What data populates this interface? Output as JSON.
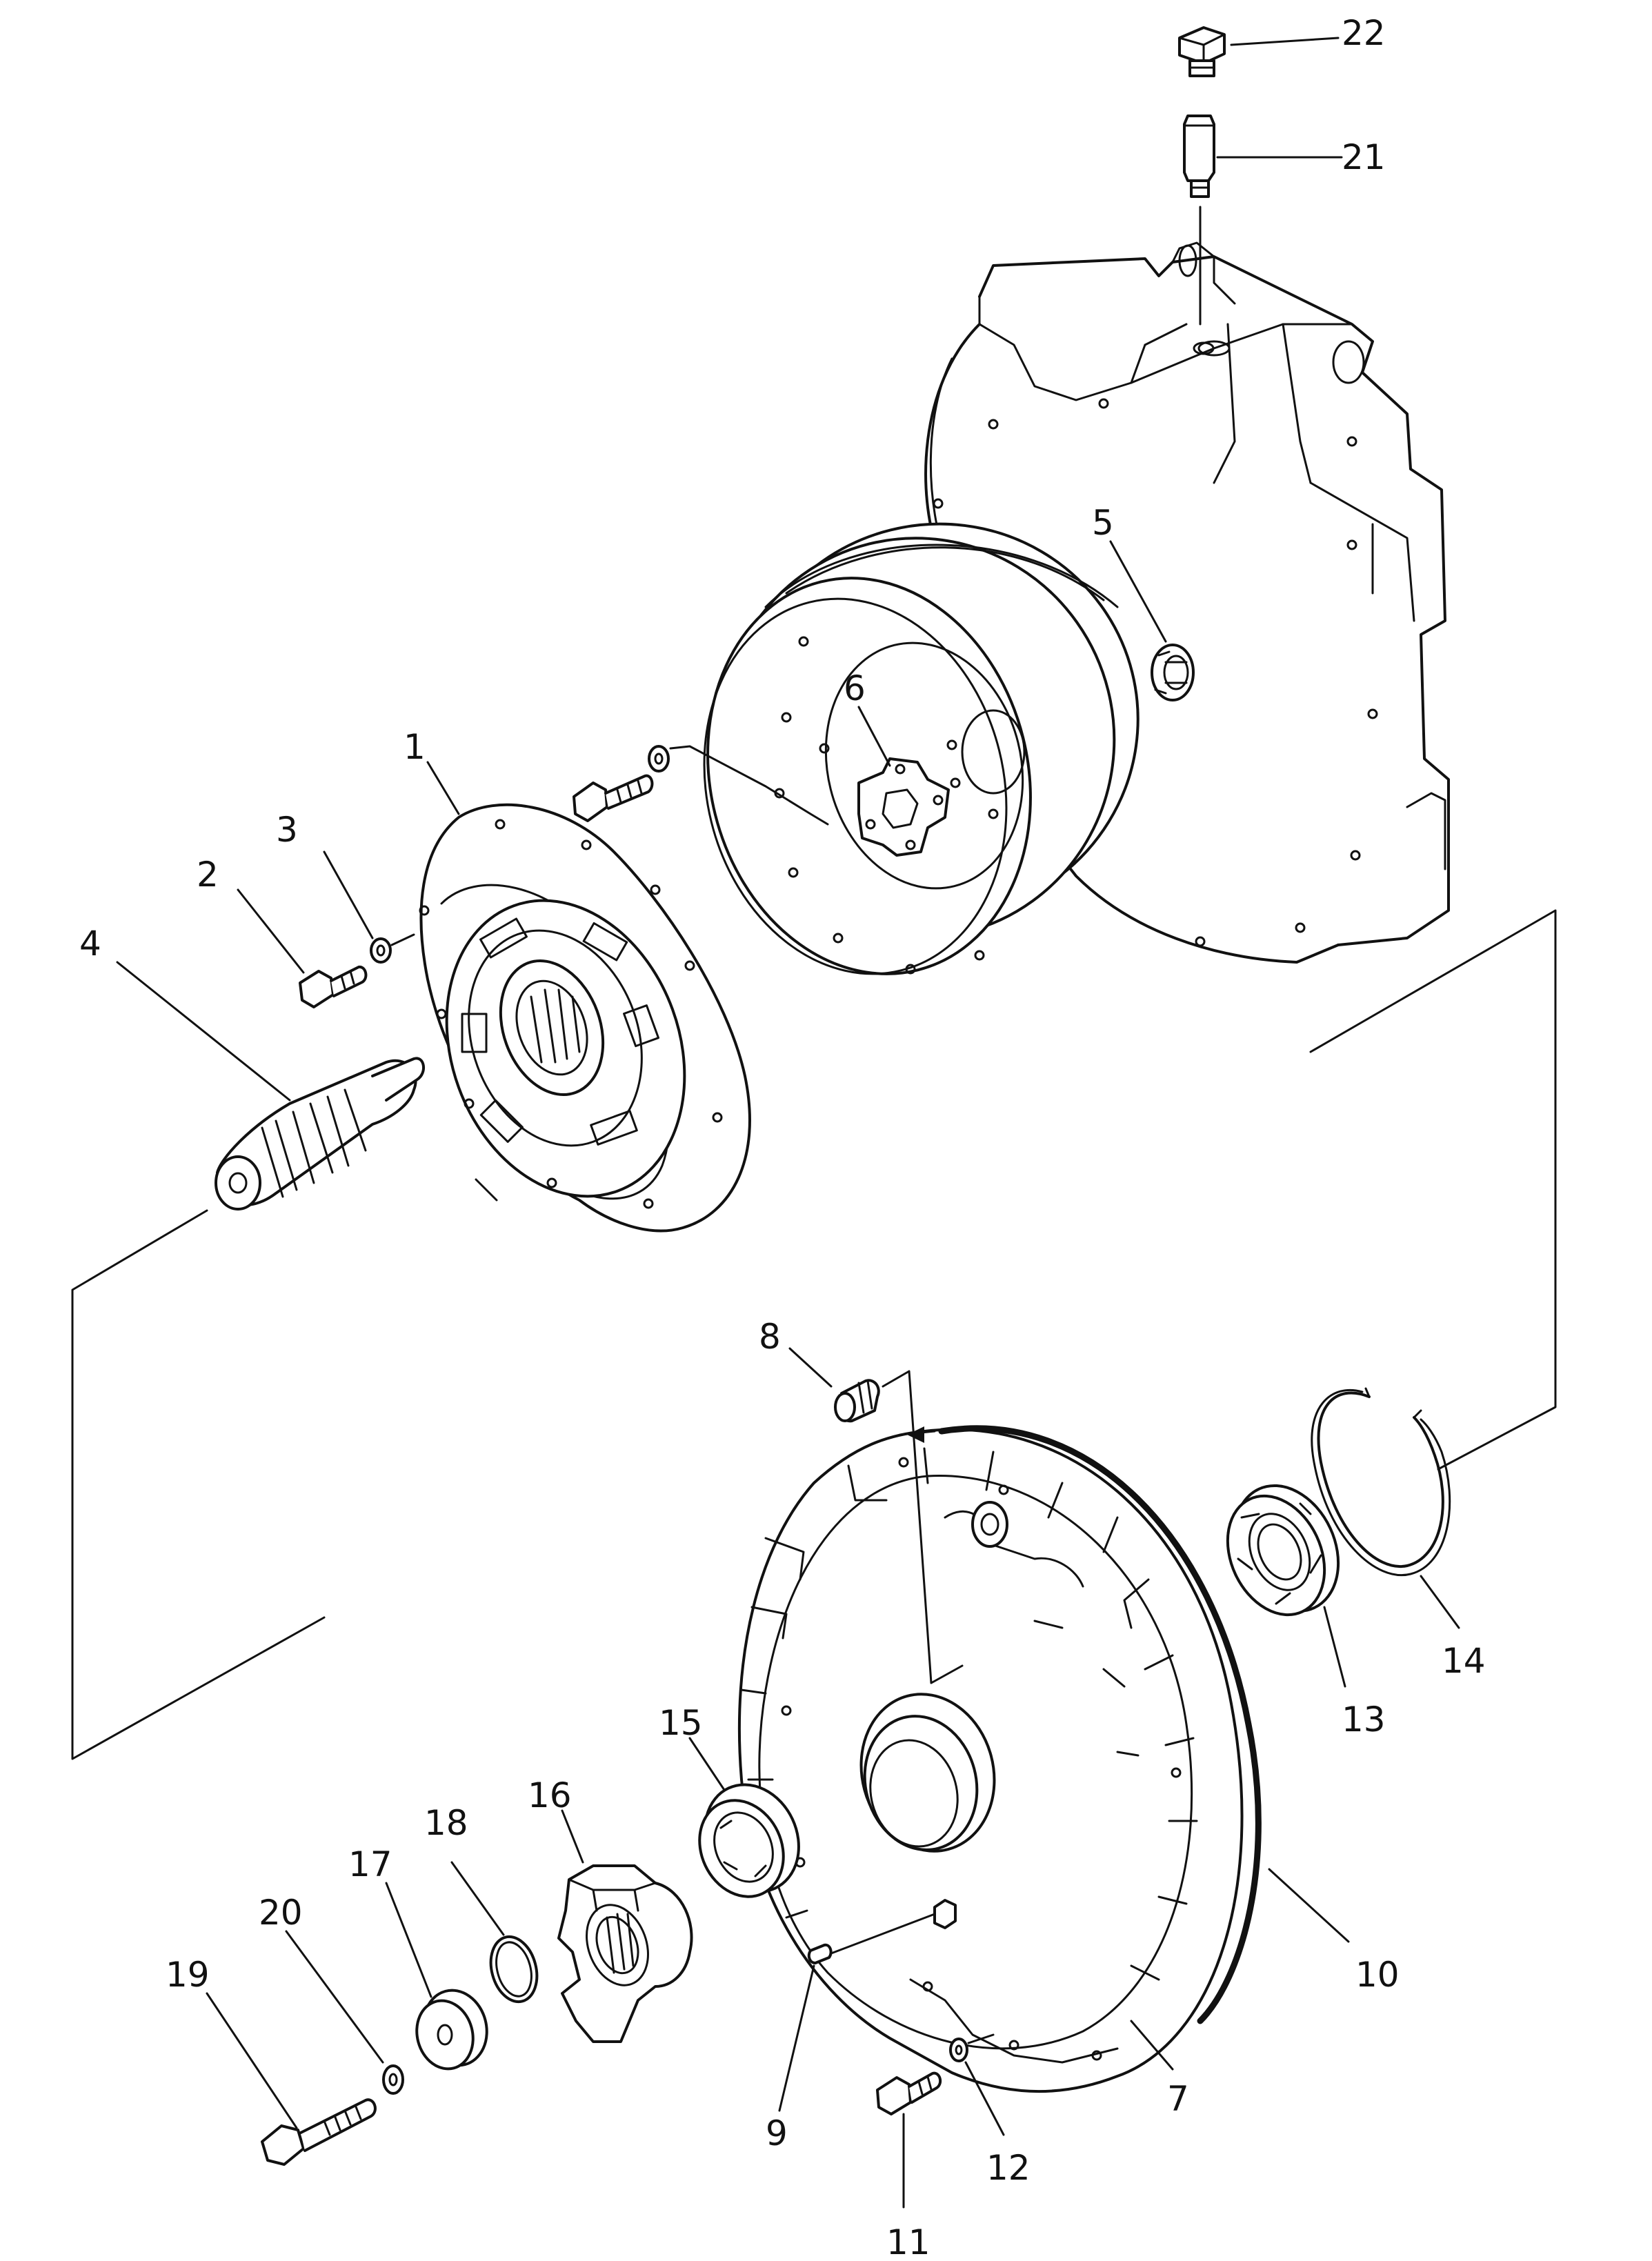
{
  "diagram": {
    "type": "exploded-parts-diagram",
    "colors": {
      "ink": "#111111",
      "paper": "#ffffff"
    },
    "callouts": [
      {
        "id": "1",
        "label": "1"
      },
      {
        "id": "2",
        "label": "2"
      },
      {
        "id": "3",
        "label": "3"
      },
      {
        "id": "4",
        "label": "4"
      },
      {
        "id": "5",
        "label": "5"
      },
      {
        "id": "6",
        "label": "6"
      },
      {
        "id": "7",
        "label": "7"
      },
      {
        "id": "8",
        "label": "8"
      },
      {
        "id": "9",
        "label": "9"
      },
      {
        "id": "10",
        "label": "10"
      },
      {
        "id": "11",
        "label": "11"
      },
      {
        "id": "12",
        "label": "12"
      },
      {
        "id": "13",
        "label": "13"
      },
      {
        "id": "14",
        "label": "14"
      },
      {
        "id": "15",
        "label": "15"
      },
      {
        "id": "16",
        "label": "16"
      },
      {
        "id": "17",
        "label": "17"
      },
      {
        "id": "18",
        "label": "18"
      },
      {
        "id": "19",
        "label": "19"
      },
      {
        "id": "20",
        "label": "20"
      },
      {
        "id": "21",
        "label": "21"
      },
      {
        "id": "22",
        "label": "22"
      }
    ]
  }
}
